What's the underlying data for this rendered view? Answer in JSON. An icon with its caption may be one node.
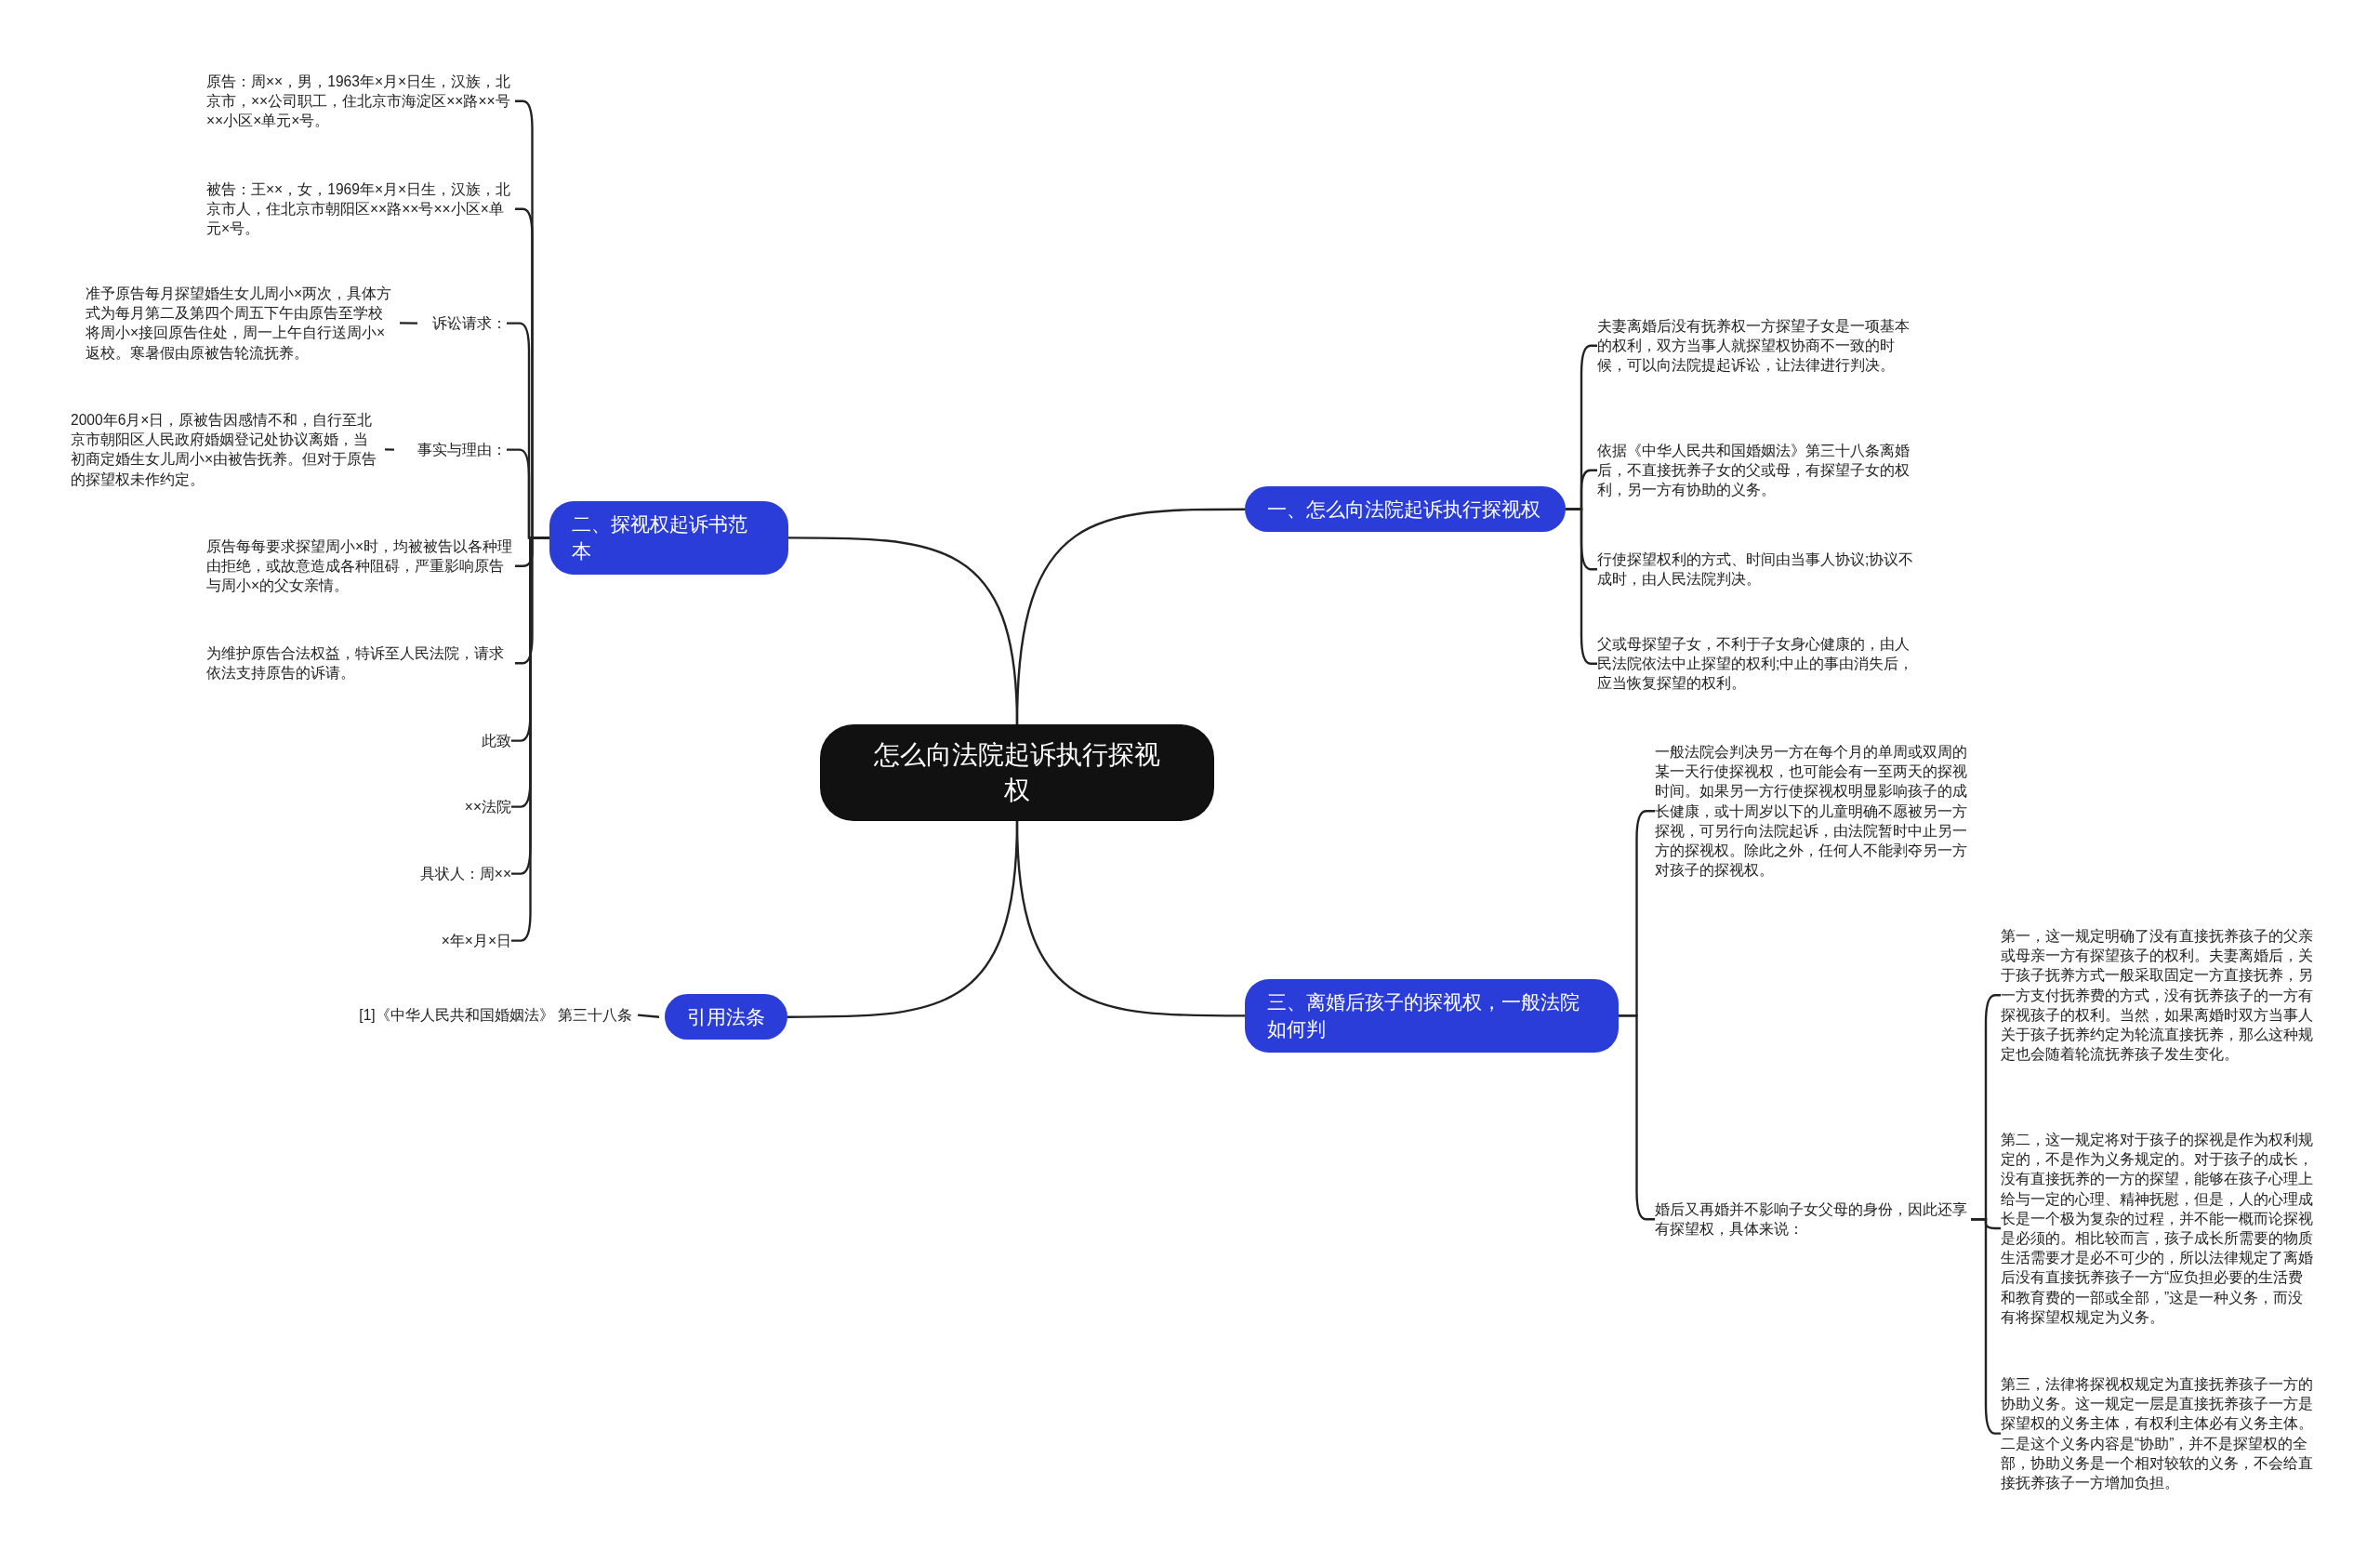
{
  "diagram": {
    "nodes": [
      {
        "text": [
          "怎么向法院起诉执行探视权"
        ]
      },
      {
        "text": [
          "一、怎么向法院起诉执行探视权"
        ]
      },
      {
        "text": [
          "夫妻离婚后没有抚养权一方探望子女是一项基本的权利，双方当事人就探望权协商不一致的时候，可以向法院提起诉讼，让法律进行判决。"
        ]
      },
      {
        "text": [
          "依据《中华人民共和国婚姻法》第三十八条离婚后，不直接抚养子女的父或母，有探望子女的权利，另一方有协助的义务。"
        ]
      },
      {
        "text": [
          "行使探望权利的方式、时间由当事人协议;协议不成时，由人民法院判决。"
        ]
      },
      {
        "text": [
          "父或母探望子女，不利于子女身心健康的，由人民法院依法中止探望的权利;中止的事由消失后，应当恢复探望的权利。"
        ]
      },
      {
        "text": [
          "二、探视权起诉书范本"
        ]
      },
      {
        "text": [
          "原告：周××，男，1963年×月×日生，汉族，北京市，××公司职工，住北京市海淀区××路××号××小区×单元×号。"
        ]
      },
      {
        "text": [
          "被告：王××，女，1969年×月×日生，汉族，北京市人，住北京市朝阳区××路××号××小区×单元×号。"
        ]
      },
      {
        "text": [
          "诉讼请求："
        ]
      },
      {
        "text": [
          "准予原告每月探望婚生女儿周小×两次，具体方式为每月第二及第四个周五下午由原告至学校将周小×接回原告住处，周一上午自行送周小×返校。寒暑假由原被告轮流抚养。"
        ]
      },
      {
        "text": [
          "事实与理由："
        ]
      },
      {
        "text": [
          "2000年6月×日，原被告因感情不和，自行至北京市朝阳区人民政府婚姻登记处协议离婚，当初商定婚生女儿周小×由被告抚养。但对于原告的探望权未作约定。"
        ]
      },
      {
        "text": [
          "原告每每要求探望周小×时，均被被告以各种理由拒绝，或故意造成各种阻碍，严重影响原告与周小×的父女亲情。"
        ]
      },
      {
        "text": [
          "为维护原告合法权益，特诉至人民法院，请求依法支持原告的诉请。"
        ]
      },
      {
        "text": [
          "此致"
        ]
      },
      {
        "text": [
          "××法院"
        ]
      },
      {
        "text": [
          "具状人：周××"
        ]
      },
      {
        "text": [
          "×年×月×日"
        ]
      },
      {
        "text": [
          "引用法条"
        ]
      },
      {
        "text": [
          "[1]《中华人民共和国婚姻法》 第三十八条"
        ]
      },
      {
        "text": [
          "三、离婚后孩子的探视权，一般法院如何判"
        ]
      },
      {
        "text": [
          "一般法院会判决另一方在每个月的单周或双周的某一天行使探视权，也可能会有一至两天的探视时间。如果另一方行使探视权明显影响孩子的成长健康，或十周岁以下的儿童明确不愿被另一方探视，可另行向法院起诉，由法院暂时中止另一方的探视权。除此之外，任何人不能剥夺另一方对孩子的探视权。"
        ]
      },
      {
        "text": [
          "婚后又再婚并不影响子女父母的身份，因此还享有探望权，具体来说："
        ]
      },
      {
        "text": [
          "第一，这一规定明确了没有直接抚养孩子的父亲或母亲一方有探望孩子的权利。夫妻离婚后，关于孩子抚养方式一般采取固定一方直接抚养，另一方支付抚养费的方式，没有抚养孩子的一方有探视孩子的权利。当然，如果离婚时双方当事人关于孩子抚养约定为轮流直接抚养，那么这种规定也会随着轮流抚养孩子发生变化。"
        ]
      },
      {
        "text": [
          "第二，这一规定将对于孩子的探视是作为权利规定的，不是作为义务规定的。对于孩子的成长，没有直接抚养的一方的探望，能够在孩子心理上给与一定的心理、精神抚慰，但是，人的心理成长是一个极为复杂的过程，并不能一概而论探视是必须的。相比较而言，孩子成长所需要的物质生活需要才是必不可少的，所以法律规定了离婚后没有直接抚养孩子一方“应负担必要的生活费和教育费的一部或全部，”这是一种义务，而没有将探望权规定为义务。"
        ]
      },
      {
        "text": [
          "第三，法律将探视权规定为直接抚养孩子一方的协助义务。这一规定一层是直接抚养孩子一方是探望权的义务主体，有权利主体必有义务主体。二是这个义务内容是“协助”，并不是探望权的全部，协助义务是一个相对较软的义务，不会给直接抚养孩子一方增加负担。"
        ]
      }
    ],
    "edges": [
      {
        "from": 0,
        "to": 1,
        "arrow": "none"
      },
      {
        "from": 1,
        "to": 2,
        "arrow": "none"
      },
      {
        "from": 1,
        "to": 3,
        "arrow": "none"
      },
      {
        "from": 1,
        "to": 4,
        "arrow": "none"
      },
      {
        "from": 1,
        "to": 5,
        "arrow": "none"
      },
      {
        "from": 0,
        "to": 6,
        "arrow": "none"
      },
      {
        "from": 6,
        "to": 7,
        "arrow": "none"
      },
      {
        "from": 6,
        "to": 8,
        "arrow": "none"
      },
      {
        "from": 6,
        "to": 9,
        "arrow": "none"
      },
      {
        "from": 9,
        "to": 10,
        "arrow": "none"
      },
      {
        "from": 6,
        "to": 11,
        "arrow": "none"
      },
      {
        "from": 11,
        "to": 12,
        "arrow": "none"
      },
      {
        "from": 6,
        "to": 13,
        "arrow": "none"
      },
      {
        "from": 6,
        "to": 14,
        "arrow": "none"
      },
      {
        "from": 6,
        "to": 15,
        "arrow": "none"
      },
      {
        "from": 6,
        "to": 16,
        "arrow": "none"
      },
      {
        "from": 6,
        "to": 17,
        "arrow": "none"
      },
      {
        "from": 6,
        "to": 18,
        "arrow": "none"
      },
      {
        "from": 0,
        "to": 19,
        "arrow": "none"
      },
      {
        "from": 19,
        "to": 20,
        "arrow": "none"
      },
      {
        "from": 0,
        "to": 21,
        "arrow": "none"
      },
      {
        "from": 21,
        "to": 22,
        "arrow": "none"
      },
      {
        "from": 21,
        "to": 23,
        "arrow": "none"
      },
      {
        "from": 23,
        "to": 24,
        "arrow": "none"
      },
      {
        "from": 23,
        "to": 25,
        "arrow": "none"
      },
      {
        "from": 23,
        "to": 26,
        "arrow": "none"
      }
    ]
  }
}
